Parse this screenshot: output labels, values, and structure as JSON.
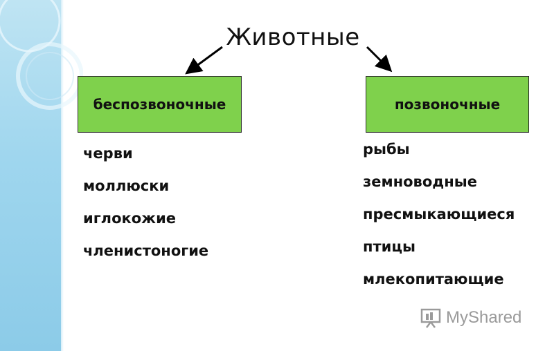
{
  "title": "Животные",
  "groups": [
    {
      "label": "беспозвоночные",
      "items": [
        "черви",
        "моллюски",
        "иглокожие",
        "членистоногие"
      ]
    },
    {
      "label": "позвоночные",
      "items": [
        "рыбы",
        "земноводные",
        "пресмыкающиеся",
        "птицы",
        "млекопитающие"
      ]
    }
  ],
  "watermark": "MyShared",
  "colors": {
    "box_fill": "#7fd14c",
    "side_band": "#9fd6ee",
    "text": "#111111",
    "watermark": "#9a9a9a"
  }
}
